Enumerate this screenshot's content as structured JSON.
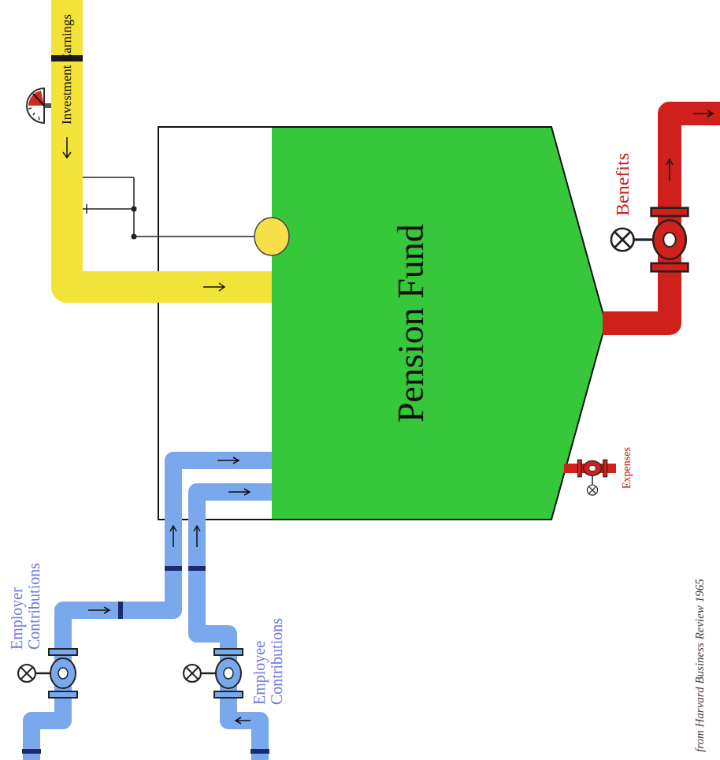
{
  "diagram": {
    "caption": "from Harvard Business Review 1965",
    "nodes": [
      {
        "text": [
          "Pension Fund"
        ]
      }
    ],
    "labels": [
      "Investment Earnings",
      "Employer Contributions",
      "Employee Contributions",
      "Expenses",
      "Benefits"
    ]
  }
}
